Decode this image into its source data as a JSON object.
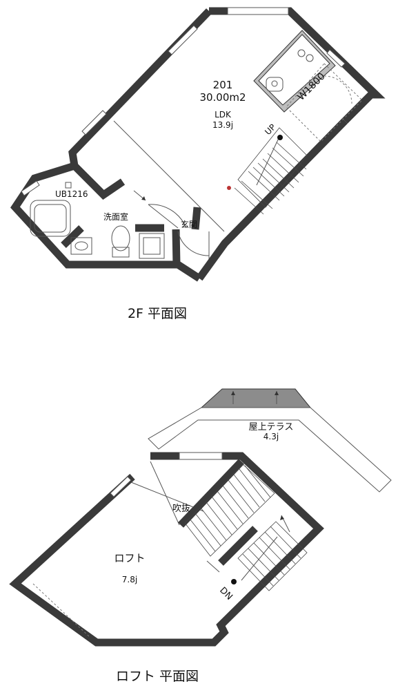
{
  "floor2": {
    "unit_no": "201",
    "area": "30.00m2",
    "ldk_label": "LDK",
    "ldk_size": "13.9j",
    "kitchen_width": "W1800",
    "up_label": "UP",
    "bath_label": "UB1216",
    "washroom_label": "洗面室",
    "entrance_label": "玄関",
    "title": "2F 平面図"
  },
  "loft": {
    "terrace_label": "屋上テラス",
    "terrace_size": "4.3j",
    "void_label": "吹抜",
    "loft_label": "ロフト",
    "loft_size": "7.8j",
    "dn_label": "DN",
    "title": "ロフト 平面図"
  },
  "colors": {
    "wall": "#3a3a3a",
    "counter": "#bdbdbd",
    "roof_band": "#8c8c8c"
  }
}
